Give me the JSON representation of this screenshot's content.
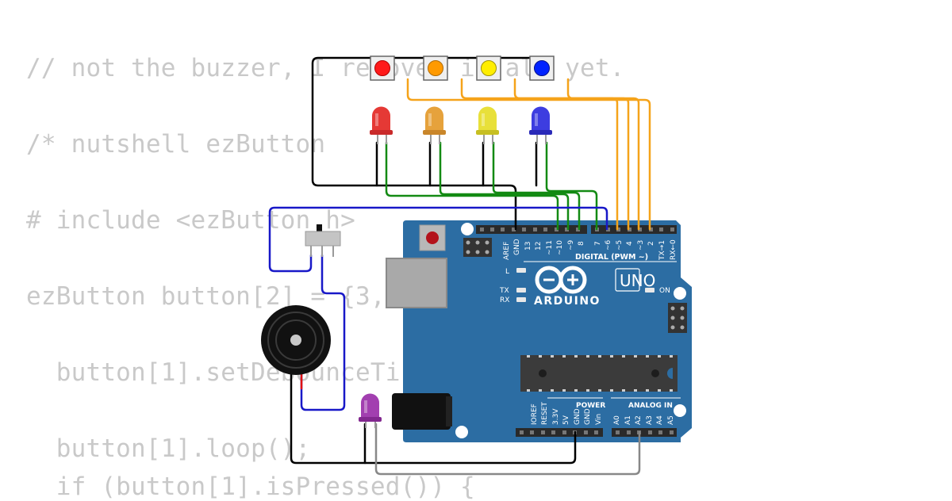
{
  "code_lines": [
    "// not the buzzer, I removed it all yet.",
    "/* nutshell ezButton",
    "# include <ezButton.h>",
    "ezButton button[2] = {3,",
    "  button[1].setDebounceTi",
    "  button[1].loop();",
    "  if (button[1].isPressed()) {"
  ],
  "arduino": {
    "logo_text": "ARDUINO",
    "model": "UNO",
    "on_label": "ON",
    "l_label": "L",
    "tx_label": "TX",
    "rx_label": "RX",
    "digital_header": "DIGITAL (PWM ~)",
    "digital_pins": [
      "AREF",
      "GND",
      "13",
      "12",
      "~11",
      "~10",
      "~9",
      "8",
      "7",
      "~6",
      "~5",
      "4",
      "~3",
      "2",
      "TX→1",
      "RX←0"
    ],
    "power_header": "POWER",
    "power_pins": [
      "IOREF",
      "RESET",
      "3.3V",
      "5V",
      "GND",
      "GND",
      "Vin"
    ],
    "analog_header": "ANALOG IN",
    "analog_pins": [
      "A0",
      "A1",
      "A2",
      "A3",
      "A4",
      "A5"
    ]
  },
  "components": {
    "buttons": [
      {
        "color": "#ff1a1a"
      },
      {
        "color": "#ff9a00"
      },
      {
        "color": "#ffee00"
      },
      {
        "color": "#0022ff"
      }
    ],
    "leds": [
      {
        "color": "#e53935"
      },
      {
        "color": "#e6a23c"
      },
      {
        "color": "#e8e03a"
      },
      {
        "color": "#3d3de0"
      }
    ],
    "status_led_color": "#a23fb0",
    "wire_colors": {
      "gnd": "#000000",
      "led_signal": "#138a13",
      "button_signal": "#f5a31a",
      "switch": "#1818c8",
      "buzzer": "#e01010",
      "analog": "#888888"
    }
  }
}
